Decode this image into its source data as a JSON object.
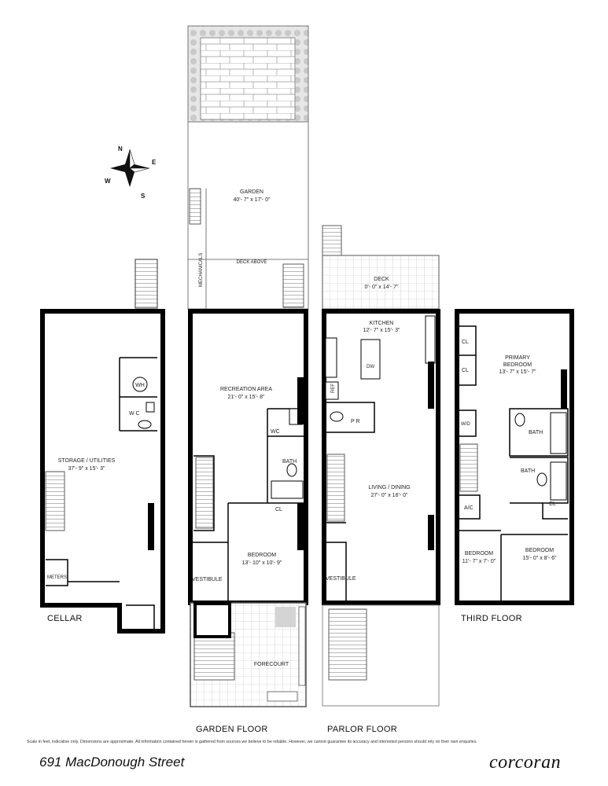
{
  "compass": {
    "n": "N",
    "s": "S",
    "e": "E",
    "w": "W"
  },
  "floors": {
    "cellar": "CELLAR",
    "garden": "GARDEN FLOOR",
    "parlor": "PARLOR FLOOR",
    "third": "THIRD FLOOR"
  },
  "rooms": {
    "garden_yard": {
      "name": "GARDEN",
      "dims": "40'- 7\" x 17'- 0\""
    },
    "mechanicals": "MECHANICALS",
    "deck_above": "DECK ABOVE",
    "storage": {
      "name": "STORAGE / UTILITIES",
      "dims": "37'- 9\" x 15'- 3\""
    },
    "wh": "WH",
    "wc_cellar": "W C",
    "meters": "METERS",
    "recreation": {
      "name": "RECREATION AREA",
      "dims": "21'- 0\" x 15'- 8\""
    },
    "wc_garden": "WC",
    "bath_garden": "BATH",
    "cl_garden": "CL",
    "bedroom_garden": {
      "name": "BEDROOM",
      "dims": "13'- 10\" x 10'- 9\""
    },
    "vestibule_garden": "VESTIBULE",
    "forecourt": "FORECOURT",
    "deck": {
      "name": "DECK",
      "dims": "0'- 0\" x 14'- 7\""
    },
    "kitchen": {
      "name": "KITCHEN",
      "dims": "12'- 7\" x 15'- 3\""
    },
    "dw": "DW",
    "ref": "REF",
    "pr": "P R",
    "living": {
      "name": "LIVING / DINING",
      "dims": "27'- 0\" x 16'- 0\""
    },
    "vestibule_parlor": "VESTIBULE",
    "cl_third_1": "CL",
    "cl_third_2": "CL",
    "primary": {
      "name1": "PRIMARY",
      "name2": "BEDROOM",
      "dims": "13'- 7\" x 15'- 7\""
    },
    "wd": "W/D",
    "bath_third_1": "BATH",
    "bath_third_2": "BATH",
    "cl_third_3": "CL",
    "ac": "A/C",
    "bedroom_third_1": {
      "name": "BEDROOM",
      "dims": "11'- 7\" x 7'- 0\""
    },
    "bedroom_third_2": {
      "name": "BEDROOM",
      "dims": "15'- 0\" x 8'- 6\""
    }
  },
  "footer": {
    "disclaimer": "Scale in feet, indicative only. Dimensions are approximate. All information contained herein is gathered from sources we believe to be reliable. However, we cannot guarantee its accuracy and interested persons should rely on their own enquiries.",
    "address": "691 MacDonough Street",
    "brand": "corcoran"
  }
}
